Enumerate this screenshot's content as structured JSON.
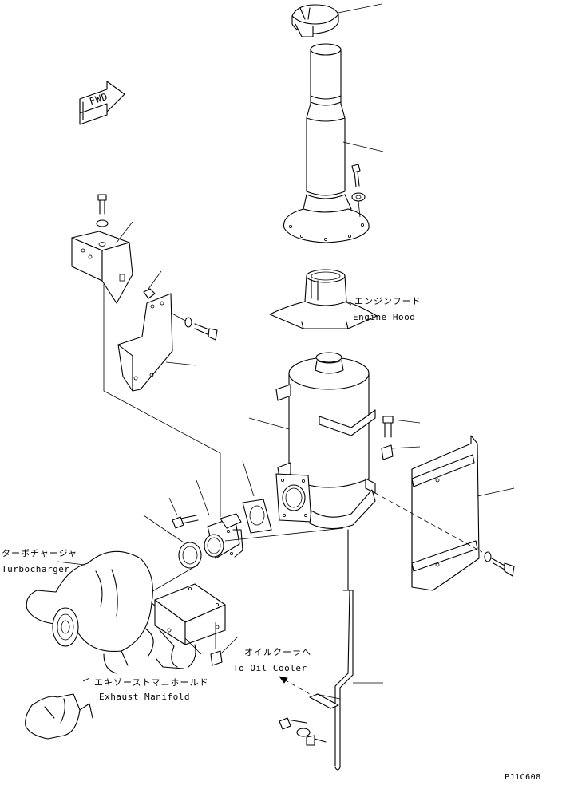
{
  "labels": {
    "fwd_arrow": "FWD",
    "engine_hood_jp": "エンジンフード",
    "engine_hood_en": "Engine Hood",
    "turbocharger_jp": "ターボチャージャ",
    "turbocharger_en": "Turbocharger",
    "oil_cooler_jp": "オイルクーラへ",
    "oil_cooler_en": "To Oil Cooler",
    "exhaust_manifold_jp": "エキゾーストマニホールド",
    "exhaust_manifold_en": "Exhaust Manifold",
    "drawing_code": "PJ1C608"
  }
}
